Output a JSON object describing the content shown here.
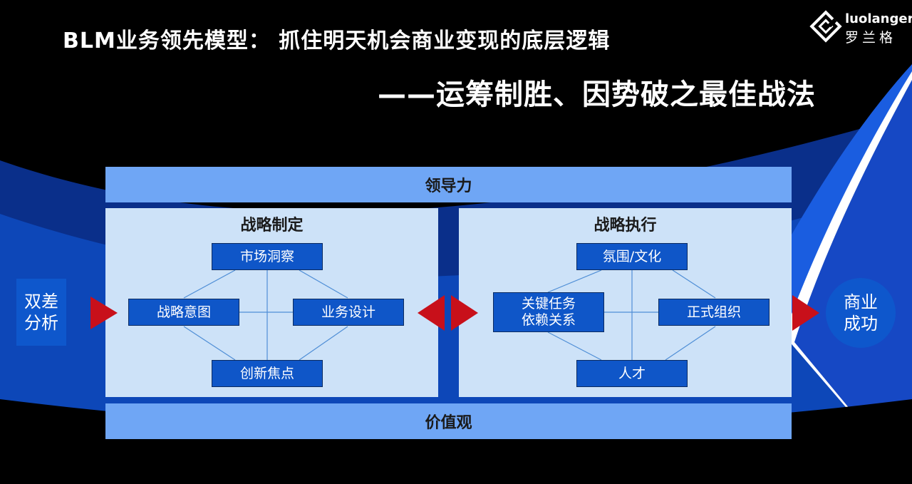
{
  "title": "BLM业务领先模型：  抓住明天机会商业变现的底层逻辑",
  "subtitle": "——运筹制胜、因势破之最佳战法",
  "logo": {
    "en": "luolanger",
    "cn": "罗兰格"
  },
  "top_bar": "领导力",
  "bottom_bar": "价值观",
  "left_input": [
    "双差",
    "分析"
  ],
  "right_output": [
    "商业",
    "成功"
  ],
  "strategy_panel": {
    "title": "战略制定",
    "top": "市场洞察",
    "left": "战略意图",
    "right": "业务设计",
    "bottom": "创新焦点"
  },
  "execution_panel": {
    "title": "战略执行",
    "top": "氛围/文化",
    "left": [
      "关键任务",
      "依赖关系"
    ],
    "right": "正式组织",
    "bottom": "人才"
  },
  "colors": {
    "background": "#000000",
    "bar": "#6fa6f5",
    "panel": "#cde2f8",
    "node": "#0f56c8",
    "arrow": "#c8101a",
    "swoosh": "#0e4fc4"
  }
}
